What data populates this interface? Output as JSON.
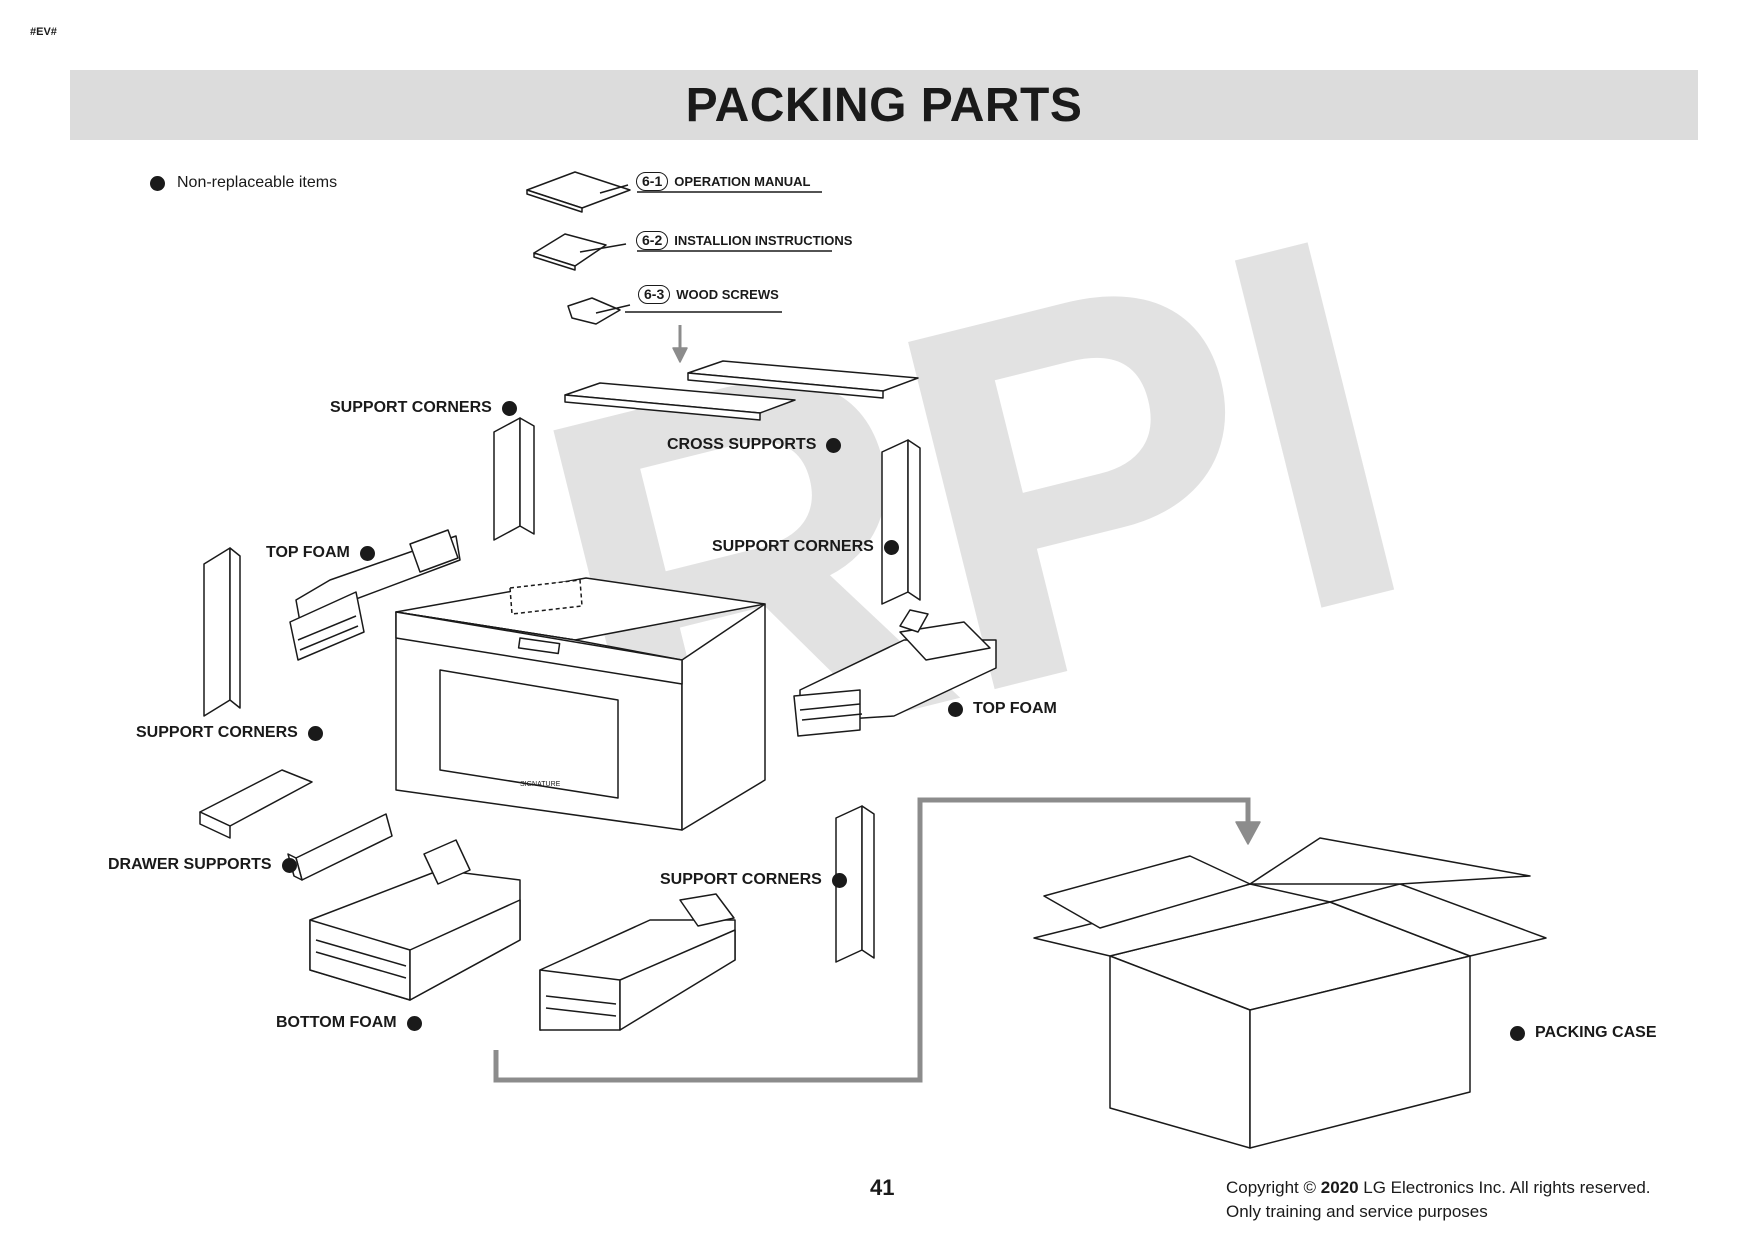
{
  "header": {
    "doc_code": "#EV#",
    "title": "PACKING PARTS"
  },
  "watermark": "RPI",
  "legend": {
    "text": "Non-replaceable items",
    "icon": "filled-dot-icon"
  },
  "accessories": [
    {
      "code": "6-1",
      "label": "OPERATION MANUAL"
    },
    {
      "code": "6-2",
      "label": "INSTALLION INSTRUCTIONS"
    },
    {
      "code": "6-3",
      "label": "WOOD SCREWS"
    }
  ],
  "labels": {
    "support_corners_top_left": "SUPPORT CORNERS",
    "cross_supports": "CROSS SUPPORTS",
    "top_foam_left": "TOP FOAM",
    "support_corners_right": "SUPPORT CORNERS",
    "top_foam_right": "TOP FOAM",
    "support_corners_left": "SUPPORT CORNERS",
    "drawer_supports": "DRAWER SUPPORTS",
    "support_corners_bottom": "SUPPORT CORNERS",
    "bottom_foam": "BOTTOM FOAM",
    "packing_case": "PACKING CASE"
  },
  "footer": {
    "page_number": "41",
    "copyright_prefix": "Copyright © ",
    "copyright_year": "2020",
    "copyright_suffix": " LG Electronics Inc. All rights reserved.",
    "notice": "Only training and service purposes"
  },
  "colors": {
    "title_band": "#dcdcdc",
    "flow_arrow": "#8c8c8c",
    "watermark": "#d9d9d9"
  }
}
